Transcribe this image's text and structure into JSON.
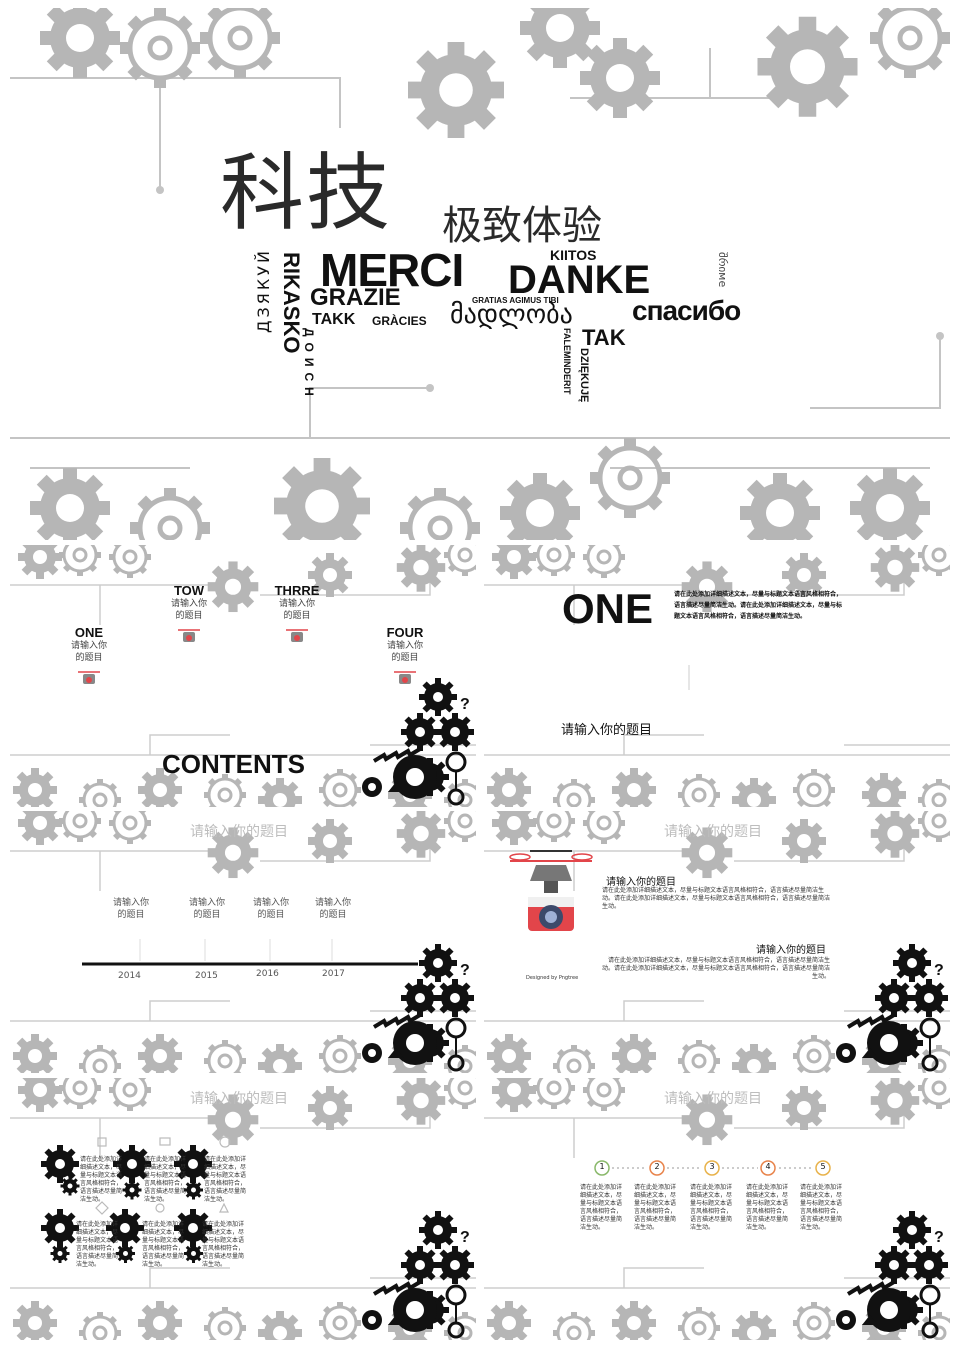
{
  "colors": {
    "gear": "#b6b6b6",
    "dark": "#111111",
    "accent_red": "#e2454a",
    "accent_orange": "#e8834a",
    "accent_green": "#89b86a"
  },
  "cover": {
    "title_main": "科技",
    "title_sub": "极致体验",
    "words": {
      "merci": "MERCI",
      "danke": "DANKE",
      "grazie": "GRAZIE",
      "takk": "TAKK",
      "gracies": "GRÀCIES",
      "kiitos": "KIITOS",
      "gratias": "GRATIAS AGIMUS TIBI",
      "georgian": "მადლობა",
      "spasibo": "спасибо",
      "tak": "TAK",
      "faleminderit": "FALEMINDERIT",
      "dziekuje": "DZIĘKUJĘ",
      "dyakuyu": "ДЗЯКУЙ",
      "kiitos_v": "RIKASKO",
      "mahalo": "ДОИСН",
      "arm": "შრიме"
    }
  },
  "contents": {
    "heading": "CONTENTS",
    "items": [
      {
        "num": "ONE",
        "desc": "请输入你的题目"
      },
      {
        "num": "TOW",
        "desc": "请输入你的题目"
      },
      {
        "num": "THRRE",
        "desc": "请输入你的题目"
      },
      {
        "num": "FOUR",
        "desc": "请输入你的题目"
      }
    ]
  },
  "one": {
    "heading": "ONE",
    "body": "请在此处添加详细描述文本，尽量与标题文本语言风格相符合，语言描述尽量简洁生动。请在此处添加详细描述文本，尽量与标题文本语言风格相符合，语言描述尽量简洁生动。",
    "topic": "请输入你的题目"
  },
  "timeline": {
    "topic": "请输入你的题目",
    "labels": [
      "请输入你的题目",
      "请输入你的题目",
      "请输入你的题目",
      "请输入你的题目"
    ],
    "years": [
      "2014",
      "2015",
      "2016",
      "2017"
    ]
  },
  "drone": {
    "topic": "请输入你的题目",
    "t1": "请输入你的题目",
    "b1": "请在此处添加详细描述文本，尽量与标题文本语言风格相符合，语言描述尽量简洁生动。请在此处添加详细描述文本，尽量与标题文本语言风格相符合，语言描述尽量简洁生动。",
    "t2": "请输入你的题目",
    "b2": "请在此处添加详细描述文本，尽量与标题文本语言风格相符合，语言描述尽量简洁生动。请在此处添加详细描述文本，尽量与标题文本语言风格相符合，语言描述尽量简洁生动。",
    "credit": "Designed by Pngtree"
  },
  "icons_slide": {
    "topic": "请输入你的题目",
    "blurb": "请在此处添加详细描述文本，尽量与标题文本语言风格相符合，语言描述尽量简洁生动。"
  },
  "steps_slide": {
    "topic": "请输入你的题目",
    "steps": [
      "1",
      "2",
      "3",
      "4",
      "5"
    ],
    "blurb": "请在此处添加详细描述文本，尽量与标题文本语言风格相符合，语言描述尽量简洁生动。"
  }
}
